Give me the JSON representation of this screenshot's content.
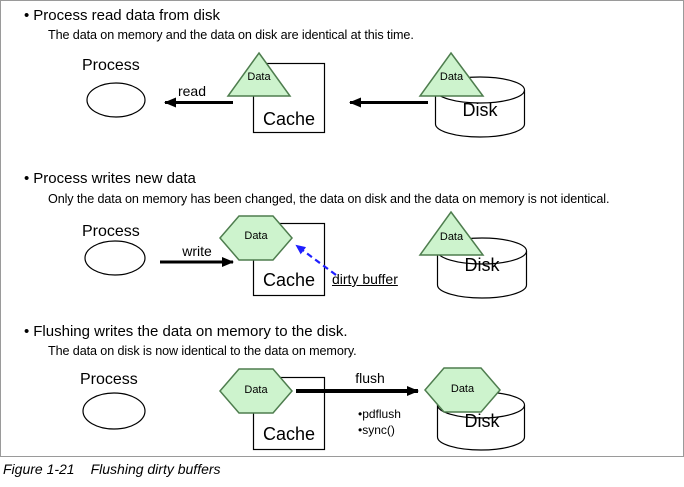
{
  "bullet_char": "•",
  "colors": {
    "shape_fill": "#cdf3cd",
    "shape_border": "#4e7d4e",
    "dirty_arrow_blue": "#1f1fff"
  },
  "sections": [
    {
      "heading": "Process read data from disk",
      "subtext": "The data on memory and the data on disk are identical at this time.",
      "process_label": "Process",
      "arrow_label": "read",
      "cache_data_label": "Data",
      "disk_data_label": "Data",
      "cache_label": "Cache",
      "disk_label": "Disk"
    },
    {
      "heading": "Process writes new data",
      "subtext": "Only the data on memory has been changed, the data on disk and the data on memory is not identical.",
      "process_label": "Process",
      "arrow_label": "write",
      "dirty_buffer_label": "dirty buffer",
      "cache_data_label": "Data",
      "disk_data_label": "Data",
      "cache_label": "Cache",
      "disk_label": "Disk"
    },
    {
      "heading": "Flushing writes the data on memory to the disk.",
      "subtext": "The data on disk is now identical to the data on memory.",
      "process_label": "Process",
      "arrow_label": "flush",
      "mechanisms": [
        {
          "label": "pdflush"
        },
        {
          "label": "sync()"
        }
      ],
      "cache_data_label": "Data",
      "disk_data_label": "Data",
      "cache_label": "Cache",
      "disk_label": "Disk"
    }
  ],
  "caption": {
    "prefix": "Figure 1-21",
    "text": "Flushing dirty buffers"
  }
}
